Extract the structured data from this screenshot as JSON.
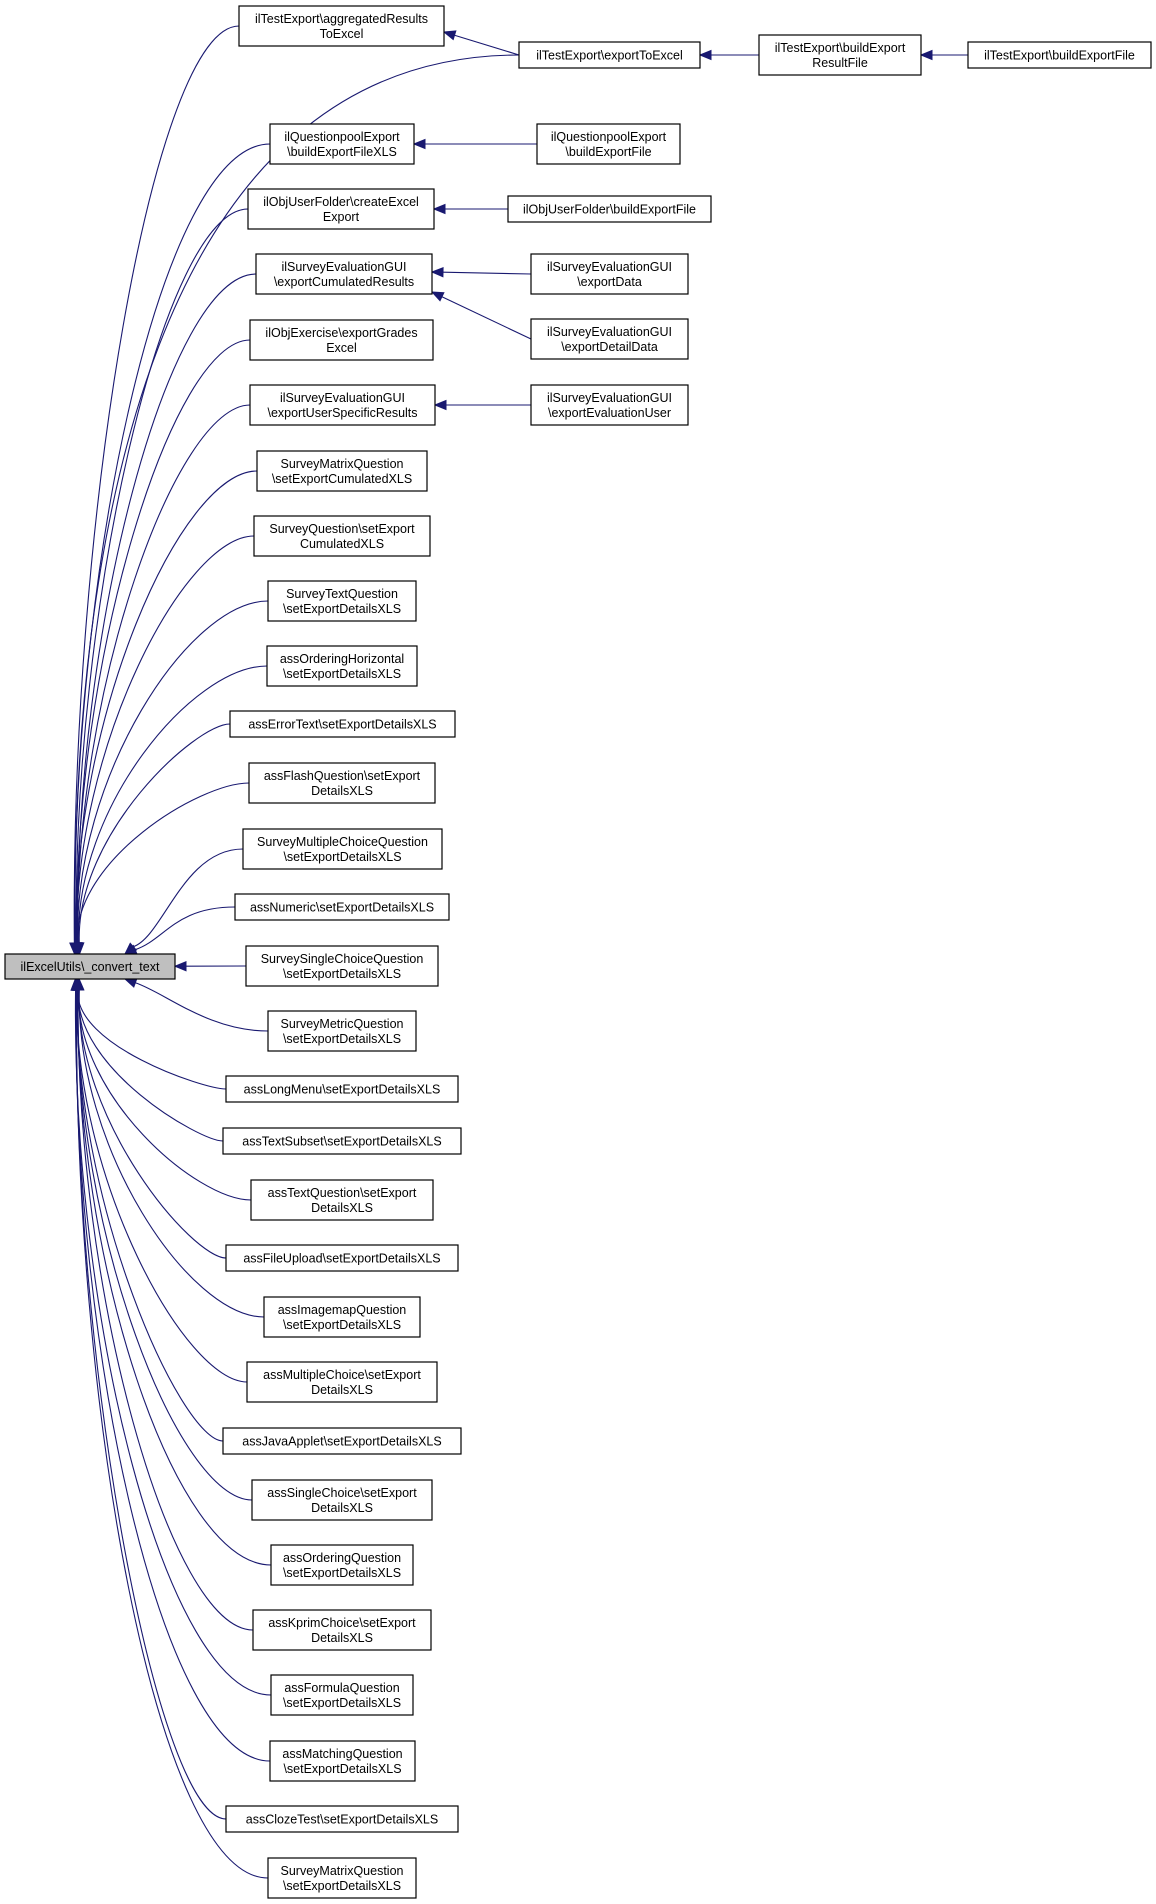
{
  "colors": {
    "edge": "#191970",
    "root_fill": "#bfbfbf",
    "node_fill": "#ffffff",
    "border": "#000000"
  },
  "graph": {
    "root": {
      "id": "root",
      "lines": [
        "ilExcelUtils\\_convert_text"
      ]
    },
    "nodes": [
      {
        "id": "n1",
        "lines": [
          "ilTestExport\\aggregatedResults",
          "ToExcel"
        ]
      },
      {
        "id": "n2",
        "lines": [
          "ilTestExport\\exportToExcel"
        ]
      },
      {
        "id": "n3",
        "lines": [
          "ilTestExport\\buildExport",
          "ResultFile"
        ]
      },
      {
        "id": "n4",
        "lines": [
          "ilTestExport\\buildExportFile"
        ]
      },
      {
        "id": "n5",
        "lines": [
          "ilQuestionpoolExport",
          "\\buildExportFileXLS"
        ]
      },
      {
        "id": "n6",
        "lines": [
          "ilQuestionpoolExport",
          "\\buildExportFile"
        ]
      },
      {
        "id": "n7",
        "lines": [
          "ilObjUserFolder\\createExcel",
          "Export"
        ]
      },
      {
        "id": "n8",
        "lines": [
          "ilObjUserFolder\\buildExportFile"
        ]
      },
      {
        "id": "n9",
        "lines": [
          "ilSurveyEvaluationGUI",
          "\\exportCumulatedResults"
        ]
      },
      {
        "id": "n10",
        "lines": [
          "ilSurveyEvaluationGUI",
          "\\exportData"
        ]
      },
      {
        "id": "n11",
        "lines": [
          "ilSurveyEvaluationGUI",
          "\\exportDetailData"
        ]
      },
      {
        "id": "n12",
        "lines": [
          "ilObjExercise\\exportGrades",
          "Excel"
        ]
      },
      {
        "id": "n13",
        "lines": [
          "ilSurveyEvaluationGUI",
          "\\exportUserSpecificResults"
        ]
      },
      {
        "id": "n14",
        "lines": [
          "ilSurveyEvaluationGUI",
          "\\exportEvaluationUser"
        ]
      },
      {
        "id": "n15",
        "lines": [
          "SurveyMatrixQuestion",
          "\\setExportCumulatedXLS"
        ]
      },
      {
        "id": "n16",
        "lines": [
          "SurveyQuestion\\setExport",
          "CumulatedXLS"
        ]
      },
      {
        "id": "n17",
        "lines": [
          "SurveyTextQuestion",
          "\\setExportDetailsXLS"
        ]
      },
      {
        "id": "n18",
        "lines": [
          "assOrderingHorizontal",
          "\\setExportDetailsXLS"
        ]
      },
      {
        "id": "n19",
        "lines": [
          "assErrorText\\setExportDetailsXLS"
        ]
      },
      {
        "id": "n20",
        "lines": [
          "assFlashQuestion\\setExport",
          "DetailsXLS"
        ]
      },
      {
        "id": "n21",
        "lines": [
          "SurveyMultipleChoiceQuestion",
          "\\setExportDetailsXLS"
        ]
      },
      {
        "id": "n22",
        "lines": [
          "assNumeric\\setExportDetailsXLS"
        ]
      },
      {
        "id": "n23",
        "lines": [
          "SurveySingleChoiceQuestion",
          "\\setExportDetailsXLS"
        ]
      },
      {
        "id": "n24",
        "lines": [
          "SurveyMetricQuestion",
          "\\setExportDetailsXLS"
        ]
      },
      {
        "id": "n25",
        "lines": [
          "assLongMenu\\setExportDetailsXLS"
        ]
      },
      {
        "id": "n26",
        "lines": [
          "assTextSubset\\setExportDetailsXLS"
        ]
      },
      {
        "id": "n27",
        "lines": [
          "assTextQuestion\\setExport",
          "DetailsXLS"
        ]
      },
      {
        "id": "n28",
        "lines": [
          "assFileUpload\\setExportDetailsXLS"
        ]
      },
      {
        "id": "n29",
        "lines": [
          "assImagemapQuestion",
          "\\setExportDetailsXLS"
        ]
      },
      {
        "id": "n30",
        "lines": [
          "assMultipleChoice\\setExport",
          "DetailsXLS"
        ]
      },
      {
        "id": "n31",
        "lines": [
          "assJavaApplet\\setExportDetailsXLS"
        ]
      },
      {
        "id": "n32",
        "lines": [
          "assSingleChoice\\setExport",
          "DetailsXLS"
        ]
      },
      {
        "id": "n33",
        "lines": [
          "assOrderingQuestion",
          "\\setExportDetailsXLS"
        ]
      },
      {
        "id": "n34",
        "lines": [
          "assKprimChoice\\setExport",
          "DetailsXLS"
        ]
      },
      {
        "id": "n35",
        "lines": [
          "assFormulaQuestion",
          "\\setExportDetailsXLS"
        ]
      },
      {
        "id": "n36",
        "lines": [
          "assMatchingQuestion",
          "\\setExportDetailsXLS"
        ]
      },
      {
        "id": "n37",
        "lines": [
          "assClozeTest\\setExportDetailsXLS"
        ]
      },
      {
        "id": "n38",
        "lines": [
          "SurveyMatrixQuestion",
          "\\setExportDetailsXLS"
        ]
      }
    ],
    "edges": [
      {
        "from": "n1",
        "to": "root"
      },
      {
        "from": "n2",
        "to": "root"
      },
      {
        "from": "n2",
        "to": "n1"
      },
      {
        "from": "n3",
        "to": "n2"
      },
      {
        "from": "n4",
        "to": "n3"
      },
      {
        "from": "n5",
        "to": "root"
      },
      {
        "from": "n6",
        "to": "n5"
      },
      {
        "from": "n7",
        "to": "root"
      },
      {
        "from": "n8",
        "to": "n7"
      },
      {
        "from": "n9",
        "to": "root"
      },
      {
        "from": "n10",
        "to": "n9"
      },
      {
        "from": "n11",
        "to": "n9"
      },
      {
        "from": "n12",
        "to": "root"
      },
      {
        "from": "n13",
        "to": "root"
      },
      {
        "from": "n14",
        "to": "n13"
      },
      {
        "from": "n15",
        "to": "root"
      },
      {
        "from": "n16",
        "to": "root"
      },
      {
        "from": "n17",
        "to": "root"
      },
      {
        "from": "n18",
        "to": "root"
      },
      {
        "from": "n19",
        "to": "root"
      },
      {
        "from": "n20",
        "to": "root"
      },
      {
        "from": "n21",
        "to": "root"
      },
      {
        "from": "n22",
        "to": "root"
      },
      {
        "from": "n23",
        "to": "root"
      },
      {
        "from": "n24",
        "to": "root"
      },
      {
        "from": "n25",
        "to": "root"
      },
      {
        "from": "n26",
        "to": "root"
      },
      {
        "from": "n27",
        "to": "root"
      },
      {
        "from": "n28",
        "to": "root"
      },
      {
        "from": "n29",
        "to": "root"
      },
      {
        "from": "n30",
        "to": "root"
      },
      {
        "from": "n31",
        "to": "root"
      },
      {
        "from": "n32",
        "to": "root"
      },
      {
        "from": "n33",
        "to": "root"
      },
      {
        "from": "n34",
        "to": "root"
      },
      {
        "from": "n35",
        "to": "root"
      },
      {
        "from": "n36",
        "to": "root"
      },
      {
        "from": "n37",
        "to": "root"
      },
      {
        "from": "n38",
        "to": "root"
      }
    ]
  }
}
